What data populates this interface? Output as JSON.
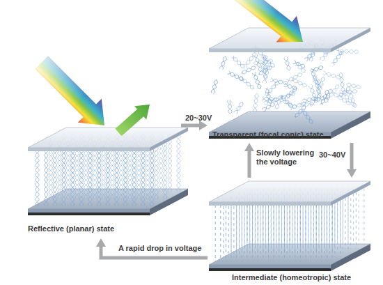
{
  "diagram": {
    "nodes": [
      {
        "text": [
          "Reflective (planar) state"
        ]
      },
      {
        "text": [
          "Transparent (focal conic) state"
        ]
      },
      {
        "text": [
          "Intermediate (homeotropic) state"
        ]
      }
    ],
    "edges": [
      {
        "from": 0,
        "to": 1,
        "arrow": "to",
        "label": "20~30V"
      },
      {
        "from": 1,
        "to": 2,
        "arrow": "to",
        "label": "30~40V"
      },
      {
        "from": 2,
        "to": 1,
        "arrow": "to",
        "label": "Slowly lowering the voltage"
      },
      {
        "from": 2,
        "to": 0,
        "arrow": "to",
        "label": "A rapid drop in voltage"
      }
    ]
  }
}
